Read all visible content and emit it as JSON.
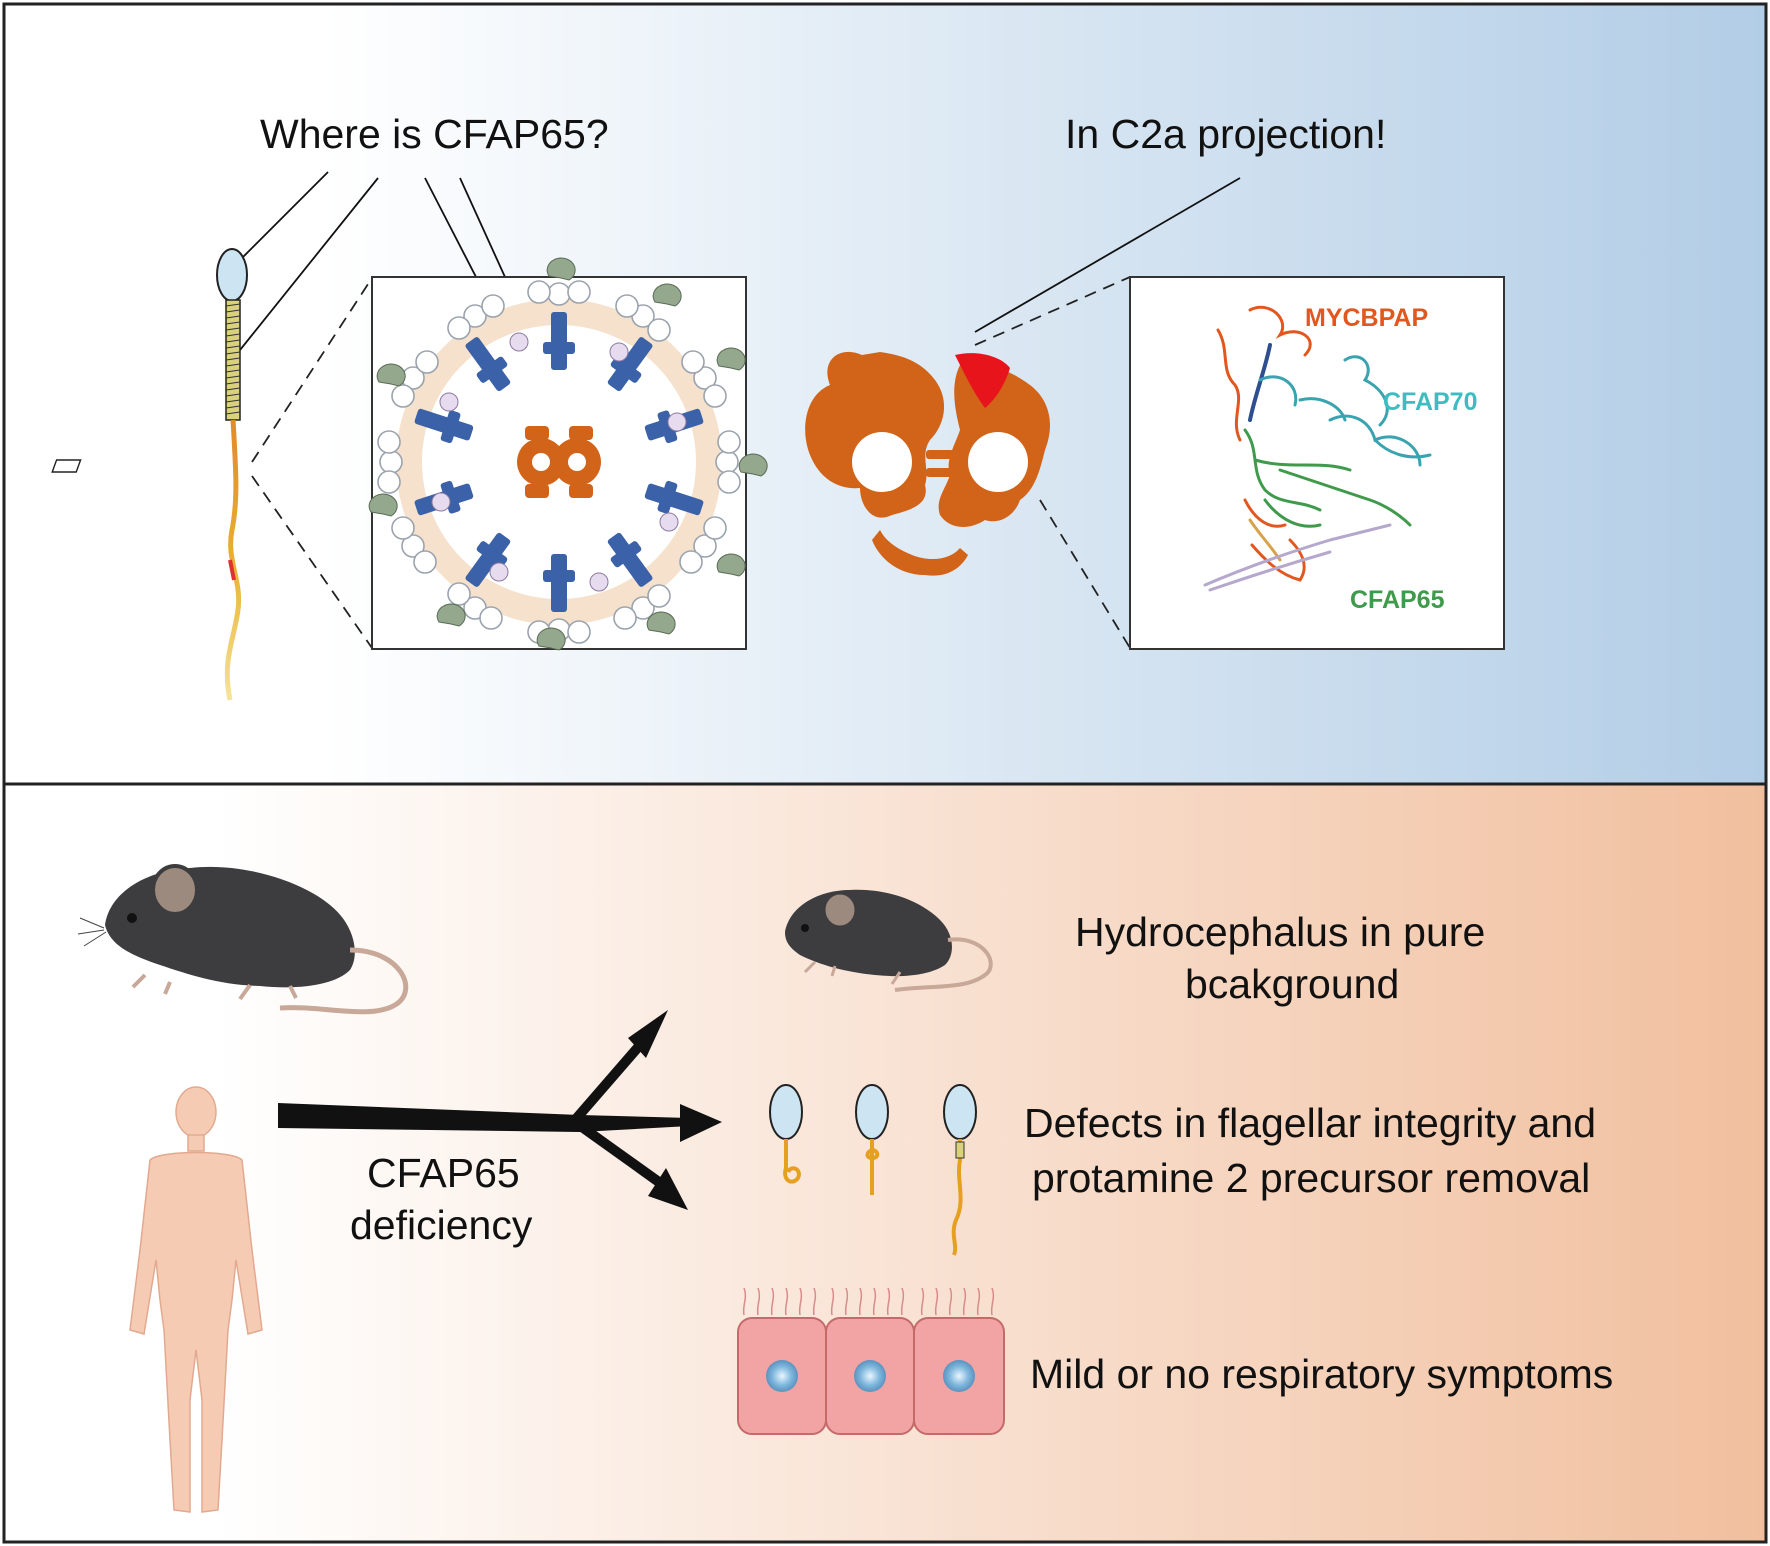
{
  "top_panel": {
    "question": "Where is CFAP65?",
    "answer": "In C2a projection!",
    "protein_labels": {
      "mycbpap": "MYCBPAP",
      "cfap70": "CFAP70",
      "cfap65": "CFAP65"
    }
  },
  "bottom_panel": {
    "cause_line1": "CFAP65",
    "cause_line2": "deficiency",
    "outcome_hydrocephalus_line1": "Hydrocephalus in pure",
    "outcome_hydrocephalus_line2": "bcakground",
    "outcome_sperm_line1": "Defects in flagellar integrity and",
    "outcome_sperm_line2": "protamine 2 precursor removal",
    "outcome_respiratory": "Mild or no respiratory symptoms"
  },
  "colors": {
    "top_gradient_start": "#ffffff",
    "top_gradient_end": "#b2cde6",
    "bottom_gradient_start": "#ffffff",
    "bottom_gradient_end": "#f1bf9e",
    "central_pair_orange": "#d2641a",
    "c2a_projection_red": "#e8141c",
    "dynein_blue": "#3b62a8",
    "mycbpap_orange": "#e2571d",
    "cfap70_teal": "#3fbcc0",
    "cfap65_green": "#3f9a4c",
    "mouse_gray": "#3d3d3f",
    "epithelial_pink": "#f2a4a4"
  },
  "icons": [
    "sperm-icon",
    "axoneme-cross-section-icon",
    "central-pair-icon",
    "protein-structure-icon",
    "mouse-icon",
    "human-body-icon",
    "epithelial-cells-icon",
    "branching-arrow-icon"
  ]
}
